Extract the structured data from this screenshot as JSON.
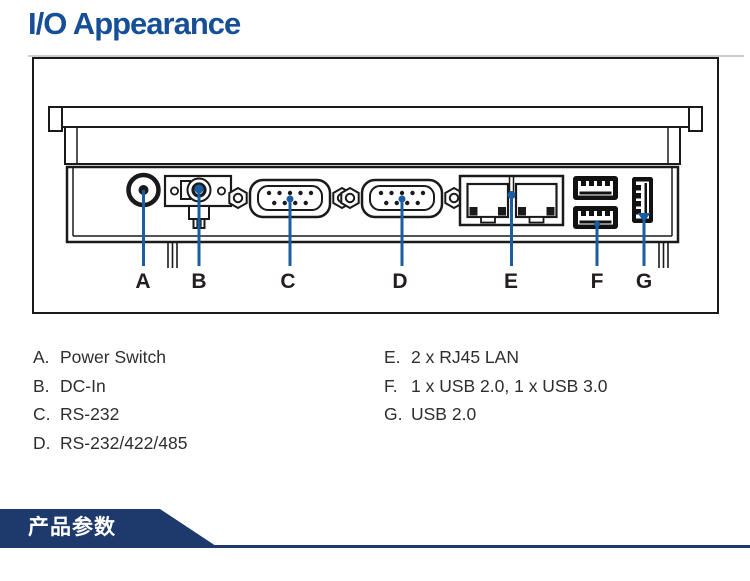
{
  "header": {
    "title": "I/O Appearance"
  },
  "diagram": {
    "ports": [
      {
        "letter": "A"
      },
      {
        "letter": "B"
      },
      {
        "letter": "C"
      },
      {
        "letter": "D"
      },
      {
        "letter": "E"
      },
      {
        "letter": "F"
      },
      {
        "letter": "G"
      }
    ]
  },
  "legend": {
    "left": [
      {
        "letter": "A.",
        "label": "Power Switch"
      },
      {
        "letter": "B.",
        "label": "DC-In"
      },
      {
        "letter": "C.",
        "label": "RS-232"
      },
      {
        "letter": "D.",
        "label": "RS-232/422/485"
      }
    ],
    "right": [
      {
        "letter": "E.",
        "label": "2 x RJ45 LAN"
      },
      {
        "letter": "F.",
        "label": "1 x USB 2.0, 1 x USB 3.0"
      },
      {
        "letter": "G.",
        "label": "USB 2.0"
      }
    ]
  },
  "footer": {
    "banner": "产品参数"
  },
  "colors": {
    "title_blue": "#164f97",
    "leader_blue": "#1a5da3",
    "banner_navy": "#1e3a6d",
    "line_black": "#1a1a1a"
  }
}
